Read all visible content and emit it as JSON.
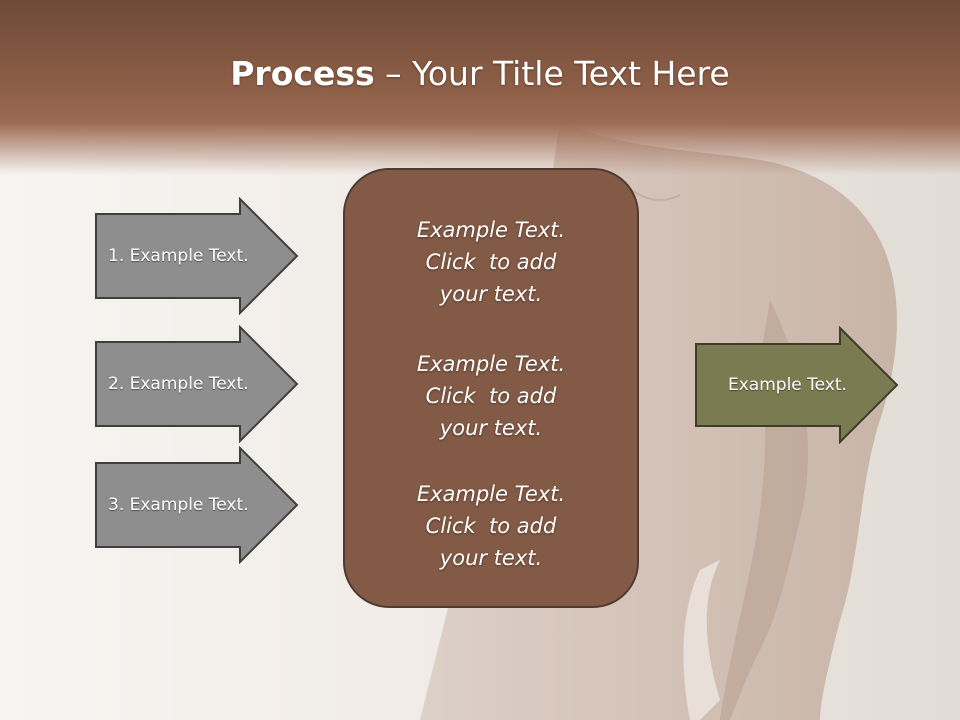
{
  "title": {
    "bold": "Process",
    "separator": " – ",
    "rest": "Your Title Text Here"
  },
  "left_arrows": [
    {
      "label": "1. Example Text."
    },
    {
      "label": "2. Example Text."
    },
    {
      "label": "3. Example Text."
    }
  ],
  "center_box": {
    "blocks": [
      {
        "lines": [
          "Example Text.",
          "Click  to add",
          "your text."
        ]
      },
      {
        "lines": [
          "Example Text.",
          "Click  to add",
          "your text."
        ]
      },
      {
        "lines": [
          "Example Text.",
          "Click  to add",
          "your text."
        ]
      }
    ]
  },
  "right_arrow": {
    "label": "Example Text."
  },
  "colors": {
    "title_band": "#8a5c45",
    "center_box": "#835a45",
    "left_arrow_fill": "#8e8e8e",
    "right_arrow_fill": "#7b7b52"
  }
}
